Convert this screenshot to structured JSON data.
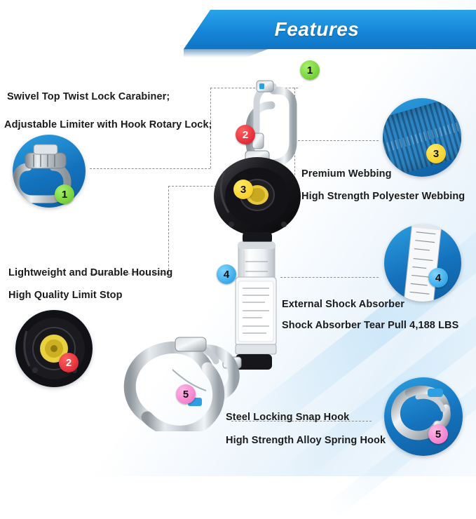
{
  "header": {
    "title": "Features"
  },
  "colors": {
    "banner_blue": "#1686d8",
    "badge1_green": "#5fc125",
    "badge2_red": "#d3182a",
    "badge3_yellow": "#f3c713",
    "badge4_blue": "#1b97dd",
    "badge5_pink": "#f06ac4",
    "text": "#1b1b1b"
  },
  "callouts": [
    {
      "number": "1",
      "badge_color": "#5fc125",
      "lines": [
        "Swivel Top Twist Lock Carabiner;",
        "Adjustable Limiter with Hook Rotary Lock;"
      ],
      "inset_name": "carabiner-detail"
    },
    {
      "number": "2",
      "badge_color": "#d3182a",
      "lines": [
        "Lightweight and Durable Housing",
        "High Quality Limit Stop"
      ],
      "inset_name": "housing-detail"
    },
    {
      "number": "3",
      "badge_color": "#f3c713",
      "lines": [
        "Premium Webbing",
        "High Strength Polyester Webbing"
      ],
      "inset_name": "webbing-detail"
    },
    {
      "number": "4",
      "badge_color": "#1b97dd",
      "lines": [
        "External Shock Absorber",
        "Shock Absorber Tear Pull 4,188 LBS"
      ],
      "inset_name": "shock-absorber-detail"
    },
    {
      "number": "5",
      "badge_color": "#f06ac4",
      "lines": [
        "Steel Locking Snap Hook",
        "High Strength Alloy Spring Hook"
      ],
      "inset_name": "snap-hook-detail"
    }
  ],
  "product": {
    "name": "self-retracting-lifeline",
    "parts": [
      {
        "name": "top-carabiner",
        "marker": "1"
      },
      {
        "name": "retractor-housing",
        "marker": "2"
      },
      {
        "name": "polyester-webbing",
        "marker": "3"
      },
      {
        "name": "shock-absorber-pack",
        "marker": "4"
      },
      {
        "name": "steel-snap-hook",
        "marker": "5"
      }
    ]
  },
  "markers": {
    "m1": "1",
    "m2": "2",
    "m3": "3",
    "m4": "4",
    "m5": "5",
    "i1": "1",
    "i2": "2",
    "i3": "3",
    "i4": "4",
    "i5": "5"
  }
}
